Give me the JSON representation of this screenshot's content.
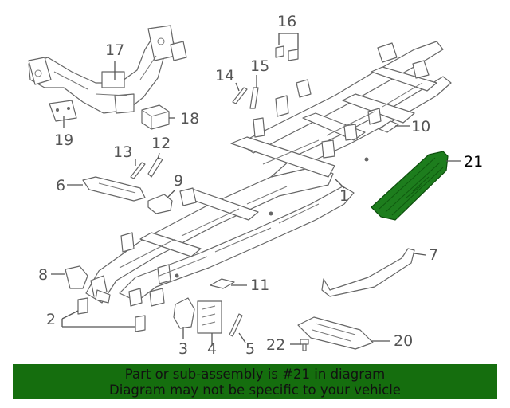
{
  "callouts": {
    "c1": "1",
    "c2": "2",
    "c3": "3",
    "c4": "4",
    "c5": "5",
    "c6": "6",
    "c7": "7",
    "c8": "8",
    "c9": "9",
    "c10": "10",
    "c11": "11",
    "c12": "12",
    "c13": "13",
    "c14": "14",
    "c15": "15",
    "c16": "16",
    "c17": "17",
    "c18": "18",
    "c19": "19",
    "c20": "20",
    "c21": "21",
    "c22": "22"
  },
  "highlighted_part": "21",
  "colors": {
    "highlight": "#1d7d1d",
    "banner": "#156e0e",
    "line": "#555555"
  },
  "banner": {
    "line1": "Part or sub-assembly is #21 in diagram",
    "line2": "Diagram may not be specific to your vehicle"
  }
}
